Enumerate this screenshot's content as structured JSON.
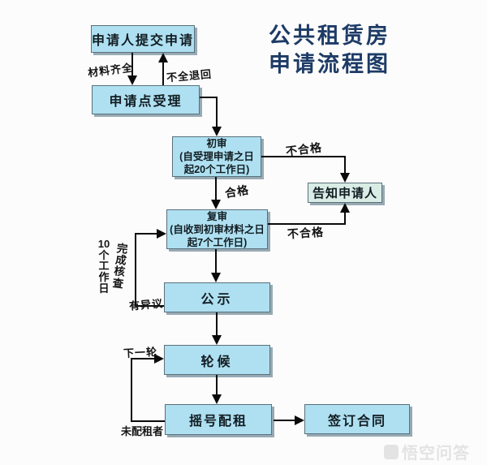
{
  "title": {
    "line1": "公共租赁房",
    "line2": "申请流程图"
  },
  "nodes": {
    "submit": {
      "label": "申请人提交申请"
    },
    "accept": {
      "label": "申请点受理"
    },
    "initial_review": {
      "lines": [
        "初审",
        "(自受理申请之日",
        "起20个工作日)"
      ]
    },
    "notify": {
      "label": "告知申请人"
    },
    "second_review": {
      "lines": [
        "复审",
        "(自收到初审材料之日",
        "起7个工作日)"
      ]
    },
    "publicity": {
      "label": "公示"
    },
    "waiting": {
      "label": "轮候"
    },
    "lottery": {
      "label": "摇号配租"
    },
    "contract": {
      "label": "签订合同"
    }
  },
  "edge_labels": {
    "materials_complete": "材料齐全",
    "incomplete_return": "不全退回",
    "fail_top": "不合格",
    "pass": "合格",
    "fail_bottom": "不合格",
    "ten_working_days": [
      "10",
      "个",
      "工",
      "作",
      "日"
    ],
    "complete_check": [
      "完",
      "成",
      "核",
      "查"
    ],
    "objection": "有异议",
    "next_round": "下一轮",
    "not_allocated": "未配租者"
  },
  "watermark": {
    "text": "悟空问答"
  },
  "colors": {
    "box_fill": "#aee0f1",
    "notify_fill": "#d9ece5",
    "title_text": "#1d3b66",
    "line": "#0a0a0a"
  }
}
